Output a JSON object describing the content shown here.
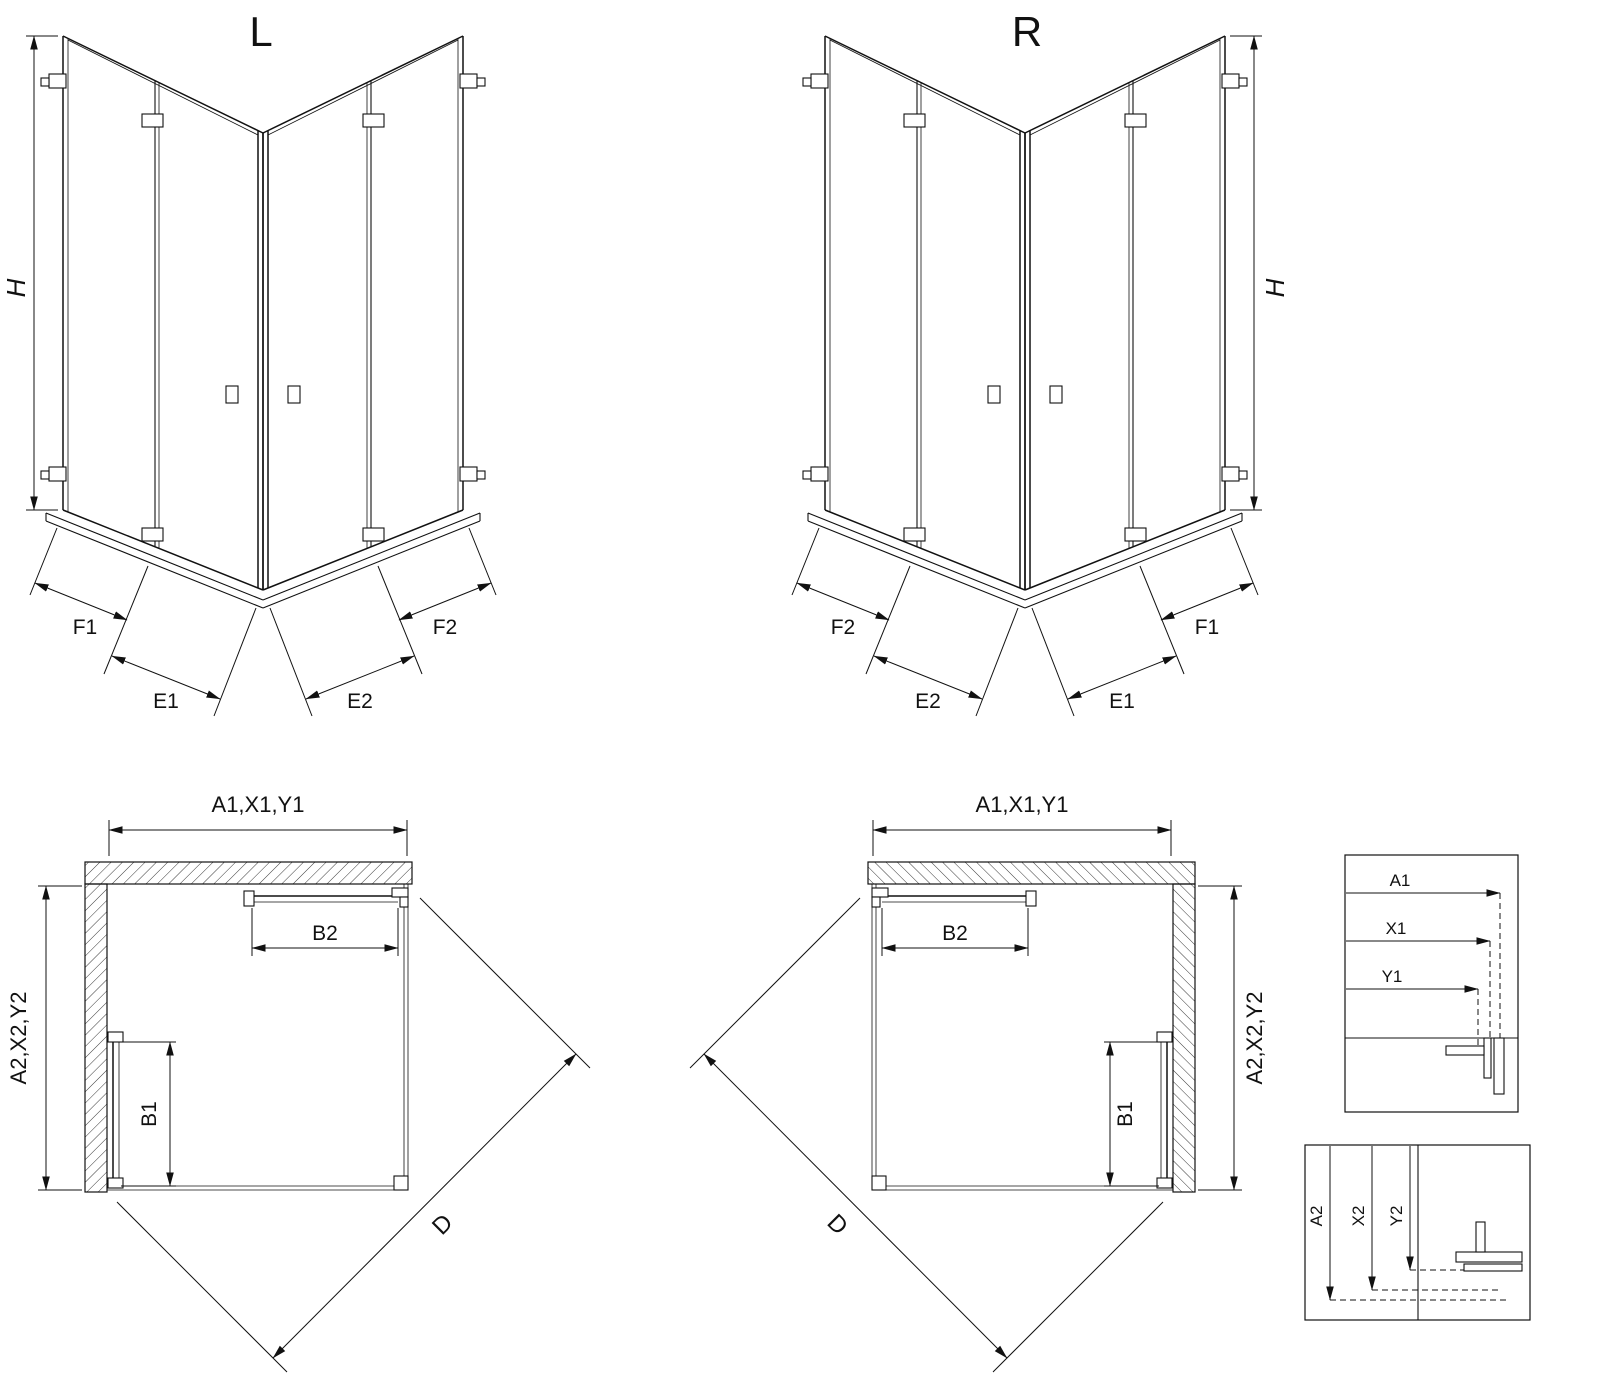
{
  "drawing": {
    "iso_left": {
      "variant": "L",
      "height": "H",
      "panel_f1": "F1",
      "panel_e1": "E1",
      "panel_e2": "E2",
      "panel_f2": "F2"
    },
    "iso_right": {
      "variant": "R",
      "height": "H",
      "panel_f1": "F1",
      "panel_e1": "E1",
      "panel_e2": "E2",
      "panel_f2": "F2"
    },
    "plan_left": {
      "width_top": "A1,X1,Y1",
      "depth_side": "A2,X2,Y2",
      "door_b1": "B1",
      "door_b2": "B2",
      "diagonal": "D"
    },
    "plan_right": {
      "width_top": "A1,X1,Y1",
      "depth_side": "A2,X2,Y2",
      "door_b1": "B1",
      "door_b2": "B2",
      "diagonal": "D"
    },
    "detail_widths": {
      "a1": "A1",
      "x1": "X1",
      "y1": "Y1"
    },
    "detail_depths": {
      "a2": "A2",
      "x2": "X2",
      "y2": "Y2"
    }
  },
  "colors": {
    "line": "#111111",
    "background": "#ffffff"
  }
}
